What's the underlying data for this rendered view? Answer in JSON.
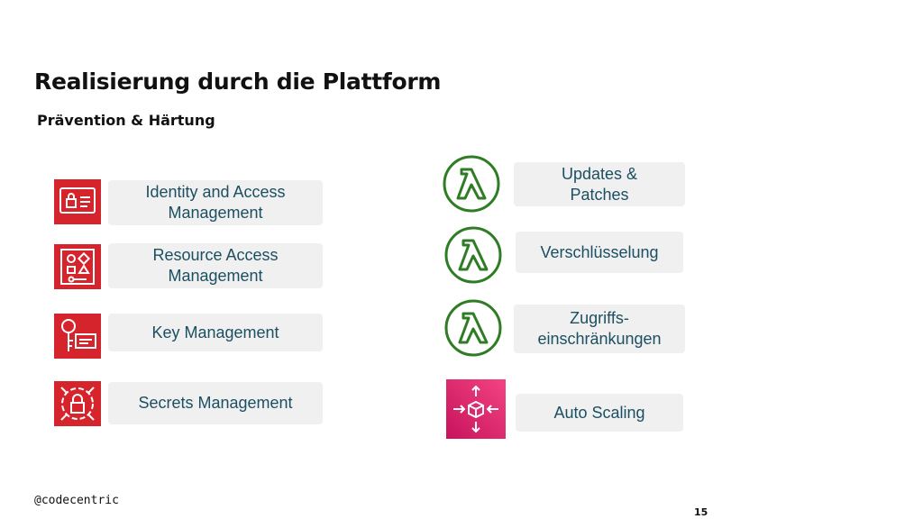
{
  "slide": {
    "title": "Realisierung durch die Plattform",
    "subtitle": "Prävention & Härtung",
    "footer_logo": "@codecentric",
    "page_number": "15"
  },
  "left_column": [
    {
      "label": "Identity and Access Management",
      "icon": "iam-icon",
      "color": "#d6242d"
    },
    {
      "label": "Resource Access Management",
      "icon": "resource-access-icon",
      "color": "#d6242d"
    },
    {
      "label": "Key Management",
      "icon": "key-management-icon",
      "color": "#d6242d"
    },
    {
      "label": "Secrets Management",
      "icon": "secrets-manager-icon",
      "color": "#d6242d"
    }
  ],
  "right_column": [
    {
      "label": "Updates & Patches",
      "icon": "lambda-icon",
      "color": "#2e7d24"
    },
    {
      "label": "Verschlüsselung",
      "icon": "lambda-icon",
      "color": "#2e7d24"
    },
    {
      "label": "Zugriffs-einschränkungen",
      "icon": "lambda-icon",
      "color": "#2e7d24"
    },
    {
      "label": "Auto Scaling",
      "icon": "auto-scaling-icon",
      "color": "#e0287a"
    }
  ]
}
